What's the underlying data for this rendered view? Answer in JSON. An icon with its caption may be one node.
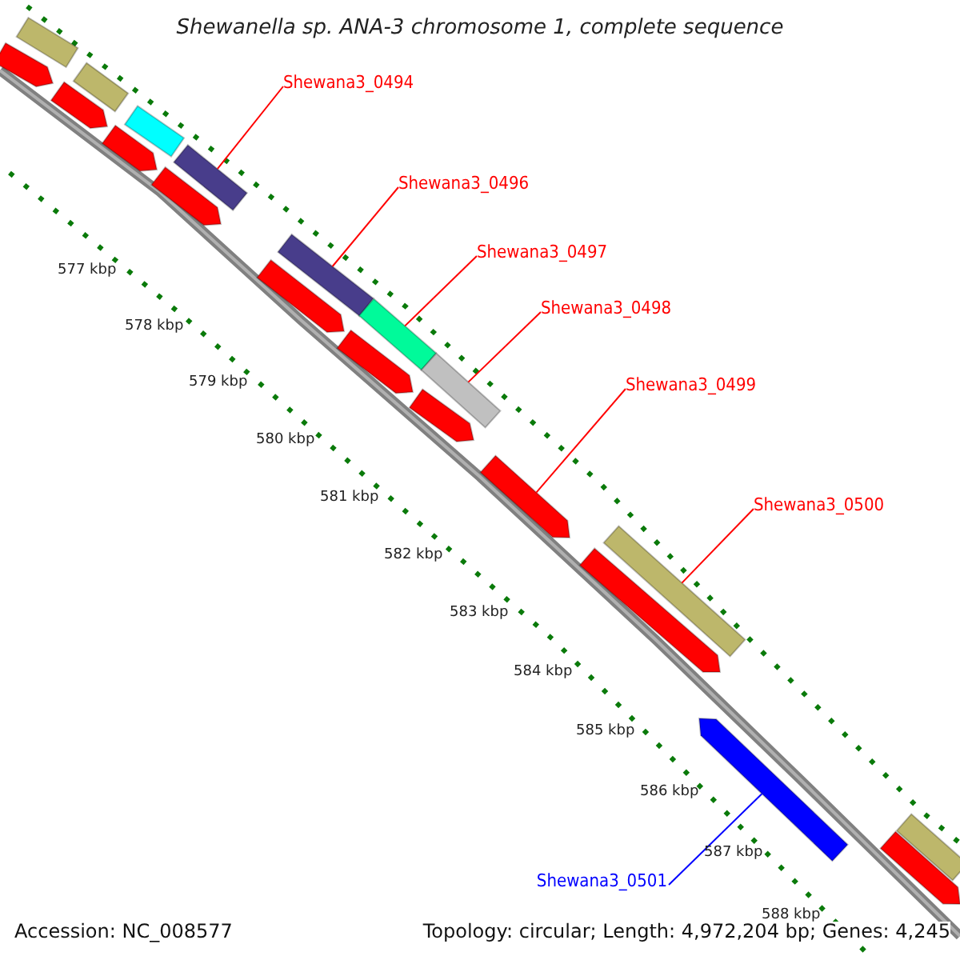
{
  "diagram": {
    "title": "Shewanella sp. ANA-3 chromosome 1, complete sequence",
    "nodes": [
      {
        "text": [
          "Shewana3_0494"
        ]
      },
      {
        "text": [
          "Shewana3_0496"
        ]
      },
      {
        "text": [
          "Shewana3_0497"
        ]
      },
      {
        "text": [
          "Shewana3_0498"
        ]
      },
      {
        "text": [
          "Shewana3_0499"
        ]
      },
      {
        "text": [
          "Shewana3_0500"
        ]
      },
      {
        "text": [
          "Shewana3_0501"
        ]
      },
      {
        "text": [],
        "shape": "arrow"
      },
      {
        "text": [],
        "shape": "bar"
      },
      {
        "text": [],
        "shape": "arrow"
      },
      {
        "text": [],
        "shape": "bar"
      },
      {
        "text": [],
        "shape": "arrow"
      },
      {
        "text": [],
        "shape": "bar"
      },
      {
        "text": [],
        "shape": "arrow"
      },
      {
        "text": [],
        "shape": "bar"
      },
      {
        "text": [],
        "shape": "arrow"
      },
      {
        "text": [],
        "shape": "bar"
      },
      {
        "text": [],
        "shape": "arrow"
      },
      {
        "text": [],
        "shape": "bar"
      },
      {
        "text": [],
        "shape": "arrow"
      },
      {
        "text": [],
        "shape": "bar"
      },
      {
        "text": [],
        "shape": "arrow"
      },
      {
        "text": [],
        "shape": "arrow"
      },
      {
        "text": [],
        "shape": "bar"
      },
      {
        "text": [],
        "shape": "arrow"
      },
      {
        "text": [],
        "shape": "arrow"
      },
      {
        "text": [],
        "shape": "bar"
      }
    ],
    "edges": [
      {
        "from": 0,
        "to": 14,
        "arrow": "none"
      },
      {
        "from": 1,
        "to": 16,
        "arrow": "none"
      },
      {
        "from": 2,
        "to": 18,
        "arrow": "none"
      },
      {
        "from": 3,
        "to": 20,
        "arrow": "none"
      },
      {
        "from": 4,
        "to": 21,
        "arrow": "none"
      },
      {
        "from": 5,
        "to": 23,
        "arrow": "none"
      },
      {
        "from": 6,
        "to": 24,
        "arrow": "none",
        "color": "#0000ff"
      }
    ],
    "labels": [
      "577 kbp",
      "578 kbp",
      "579 kbp",
      "580 kbp",
      "581 kbp",
      "582 kbp",
      "583 kbp",
      "584 kbp",
      "585 kbp",
      "586 kbp",
      "587 kbp",
      "588 kbp",
      "Accession: NC_008577",
      "Topology: circular; Length: 4,972,204 bp; Genes: 4,245"
    ]
  }
}
